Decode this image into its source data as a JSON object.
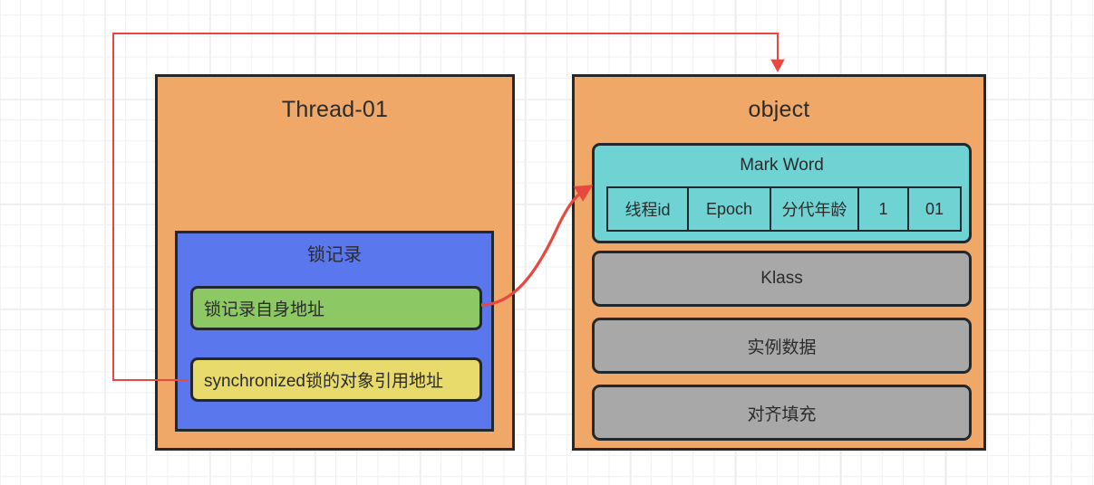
{
  "diagram": {
    "title_thread": "Thread-01",
    "title_object": "object",
    "accent_colors": {
      "panel_fill": "#efa867",
      "lock_record_fill": "#5b77ee",
      "self_address_fill": "#8cc863",
      "object_ref_fill": "#e8da6b",
      "mark_word_fill": "#6fd3d3",
      "slot_fill": "#a8a8a8",
      "border": "#23282d",
      "arrow": "#e8483f"
    }
  },
  "thread": {
    "title": "Thread-01",
    "lock_record": {
      "title": "锁记录",
      "rows": [
        {
          "label": "锁记录自身地址"
        },
        {
          "label": "synchronized锁的对象引用地址"
        }
      ]
    }
  },
  "object": {
    "title": "object",
    "mark_word": {
      "title": "Mark Word",
      "cells": [
        {
          "label": "线程id",
          "width": 89
        },
        {
          "label": "Epoch",
          "width": 91
        },
        {
          "label": "分代年龄",
          "width": 97
        },
        {
          "label": "1",
          "width": 55
        },
        {
          "label": "01",
          "width": 60
        }
      ]
    },
    "slots": [
      {
        "label": "Klass"
      },
      {
        "label": "实例数据"
      },
      {
        "label": "对齐填充"
      }
    ]
  },
  "arrows": [
    {
      "name": "object-ref-to-object-arrow",
      "from": "synchronized锁的对象引用地址",
      "to": "object"
    },
    {
      "name": "self-address-to-mark-word-arrow",
      "from": "锁记录自身地址",
      "to": "Mark Word"
    }
  ]
}
